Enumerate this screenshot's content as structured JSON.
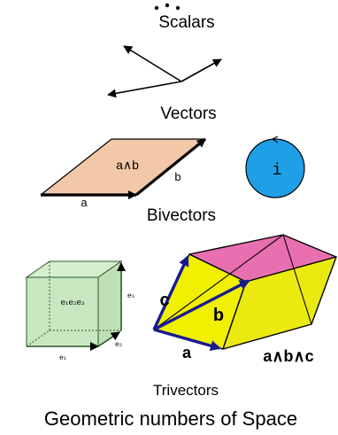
{
  "colors": {
    "ink": "#000000",
    "bivector_fill": "#f2c8a8",
    "circle_fill": "#1e9fe6",
    "cube_fill": "#c8e6c0",
    "cube_edge": "#2a5a2a",
    "parallelepiped_top": "#e86fb0",
    "parallelepiped_sides": "#f0f000",
    "arrow_blue": "#1a1a90"
  },
  "sections": {
    "scalars": "Scalars",
    "vectors": "Vectors",
    "bivectors": "Bivectors",
    "trivectors": "Trivectors"
  },
  "title": "Geometric numbers of Space",
  "bivector": {
    "wedge_label": "a∧b",
    "a_label": "a",
    "b_label": "b",
    "circle_label": "i"
  },
  "cube": {
    "center_label": "e₁e₂e₃",
    "e1": "e₁",
    "e2": "e₂",
    "e3": "e₃"
  },
  "trivector": {
    "a_label": "a",
    "b_label": "b",
    "c_label": "c",
    "wedge_label": "a∧b∧c"
  }
}
